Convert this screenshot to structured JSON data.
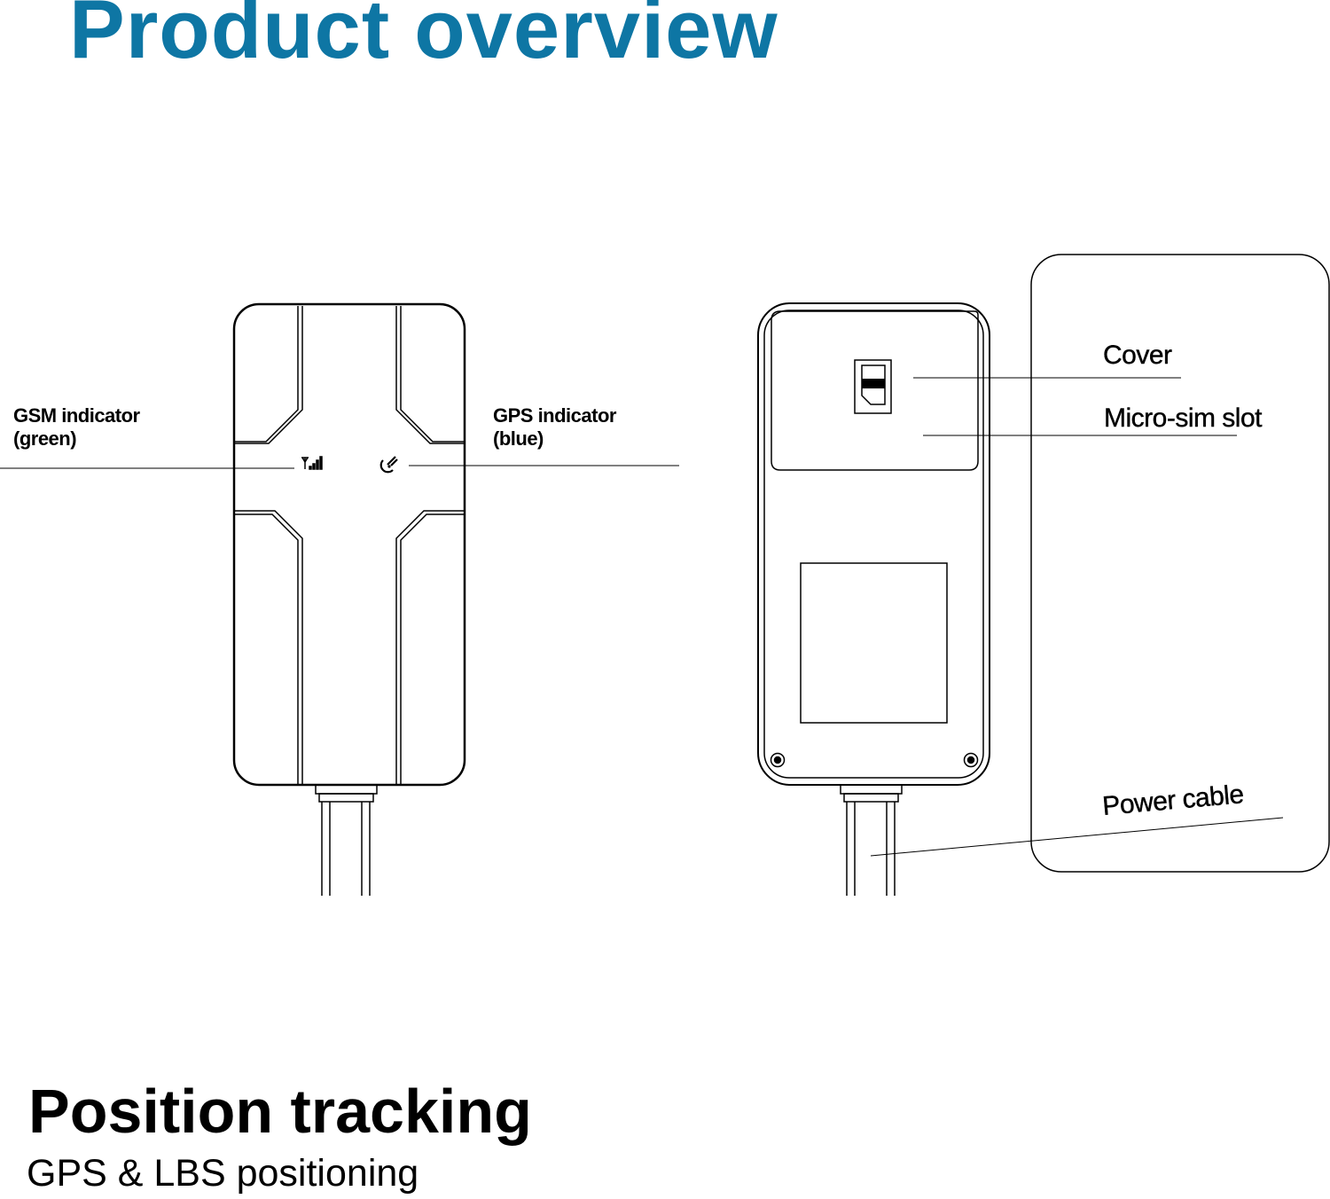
{
  "header": {
    "title": "Product overview"
  },
  "front_view": {
    "gsm_label_line1": "GSM indicator",
    "gsm_label_line2": "(green)",
    "gps_label_line1": "GPS indicator",
    "gps_label_line2": "(blue)"
  },
  "back_view": {
    "cover_label": "Cover",
    "sim_label": "Micro-sim slot",
    "cable_label": "Power cable"
  },
  "footer": {
    "heading": "Position tracking",
    "subheading": "GPS & LBS positioning"
  },
  "colors": {
    "title": "#0E76A4",
    "lines": "#000000"
  }
}
